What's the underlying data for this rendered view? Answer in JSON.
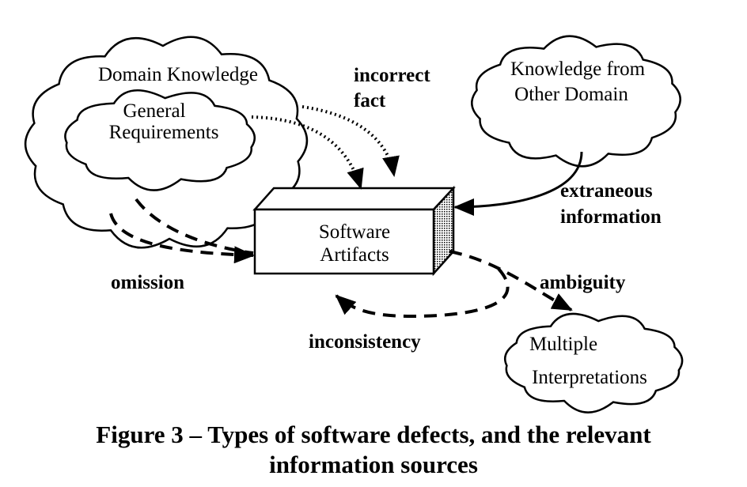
{
  "sources": {
    "domain_knowledge": "Domain Knowledge",
    "general_requirements": [
      "General",
      "Requirements"
    ],
    "other_domain": [
      "Knowledge from",
      "Other Domain"
    ]
  },
  "artifact": [
    "Software",
    "Artifacts"
  ],
  "interpretations": [
    "Multiple",
    "Interpretations"
  ],
  "defects": {
    "incorrect_fact": [
      "incorrect",
      "fact"
    ],
    "extraneous": [
      "extraneous",
      "information"
    ],
    "omission": "omission",
    "ambiguity": "ambiguity",
    "inconsistency": "inconsistency"
  },
  "caption": [
    "Figure 3 – Types of software defects, and the relevant",
    "information sources"
  ]
}
